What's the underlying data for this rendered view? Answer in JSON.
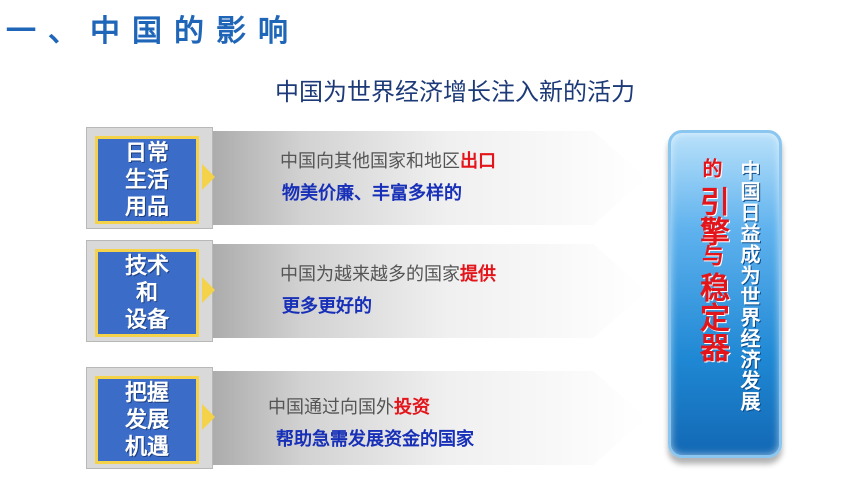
{
  "heading": "一、中国的影响",
  "subheading": "中国为世界经济增长注入新的活力",
  "rows": [
    {
      "label": "日常\n生活\n用品",
      "line1_prefix": "中国向其他国家和地区",
      "line1_highlight": "出口",
      "line2": "物美价廉、丰富多样的"
    },
    {
      "label": "技术\n和\n设备",
      "line1_prefix": "中国为越来越多的国家",
      "line1_highlight": "提供",
      "line2": "更多更好的"
    },
    {
      "label": "把握\n发展\n机遇",
      "line1_prefix": "中国通过向国外",
      "line1_highlight": "投资",
      "line2": "帮助急需发展资金的国家"
    }
  ],
  "side": {
    "white_text": "中国日益成为世界经济发展",
    "red_small": "的",
    "red_big1": "引擎",
    "red_mid": "与",
    "red_big2": "稳定器"
  },
  "colors": {
    "heading": "#1f66b8",
    "label_bg": "#3b6cc7",
    "label_border": "#f4d24a",
    "highlight": "#e3151a",
    "line2": "#1830b8",
    "side_box": "#1f88d4"
  }
}
